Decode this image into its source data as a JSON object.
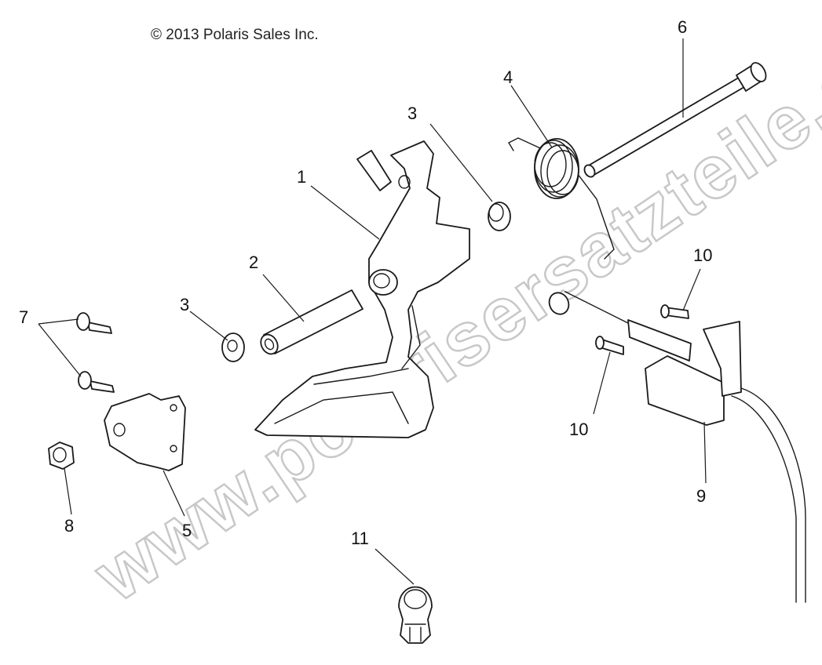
{
  "copyright": "© 2013 Polaris Sales Inc.",
  "watermark": "www.polarisersatzteile.de",
  "callouts": {
    "c1": "1",
    "c2": "2",
    "c3a": "3",
    "c3b": "3",
    "c4": "4",
    "c5": "5",
    "c6": "6",
    "c7": "7",
    "c8": "8",
    "c9": "9",
    "c10a": "10",
    "c10b": "10",
    "c11": "11"
  }
}
